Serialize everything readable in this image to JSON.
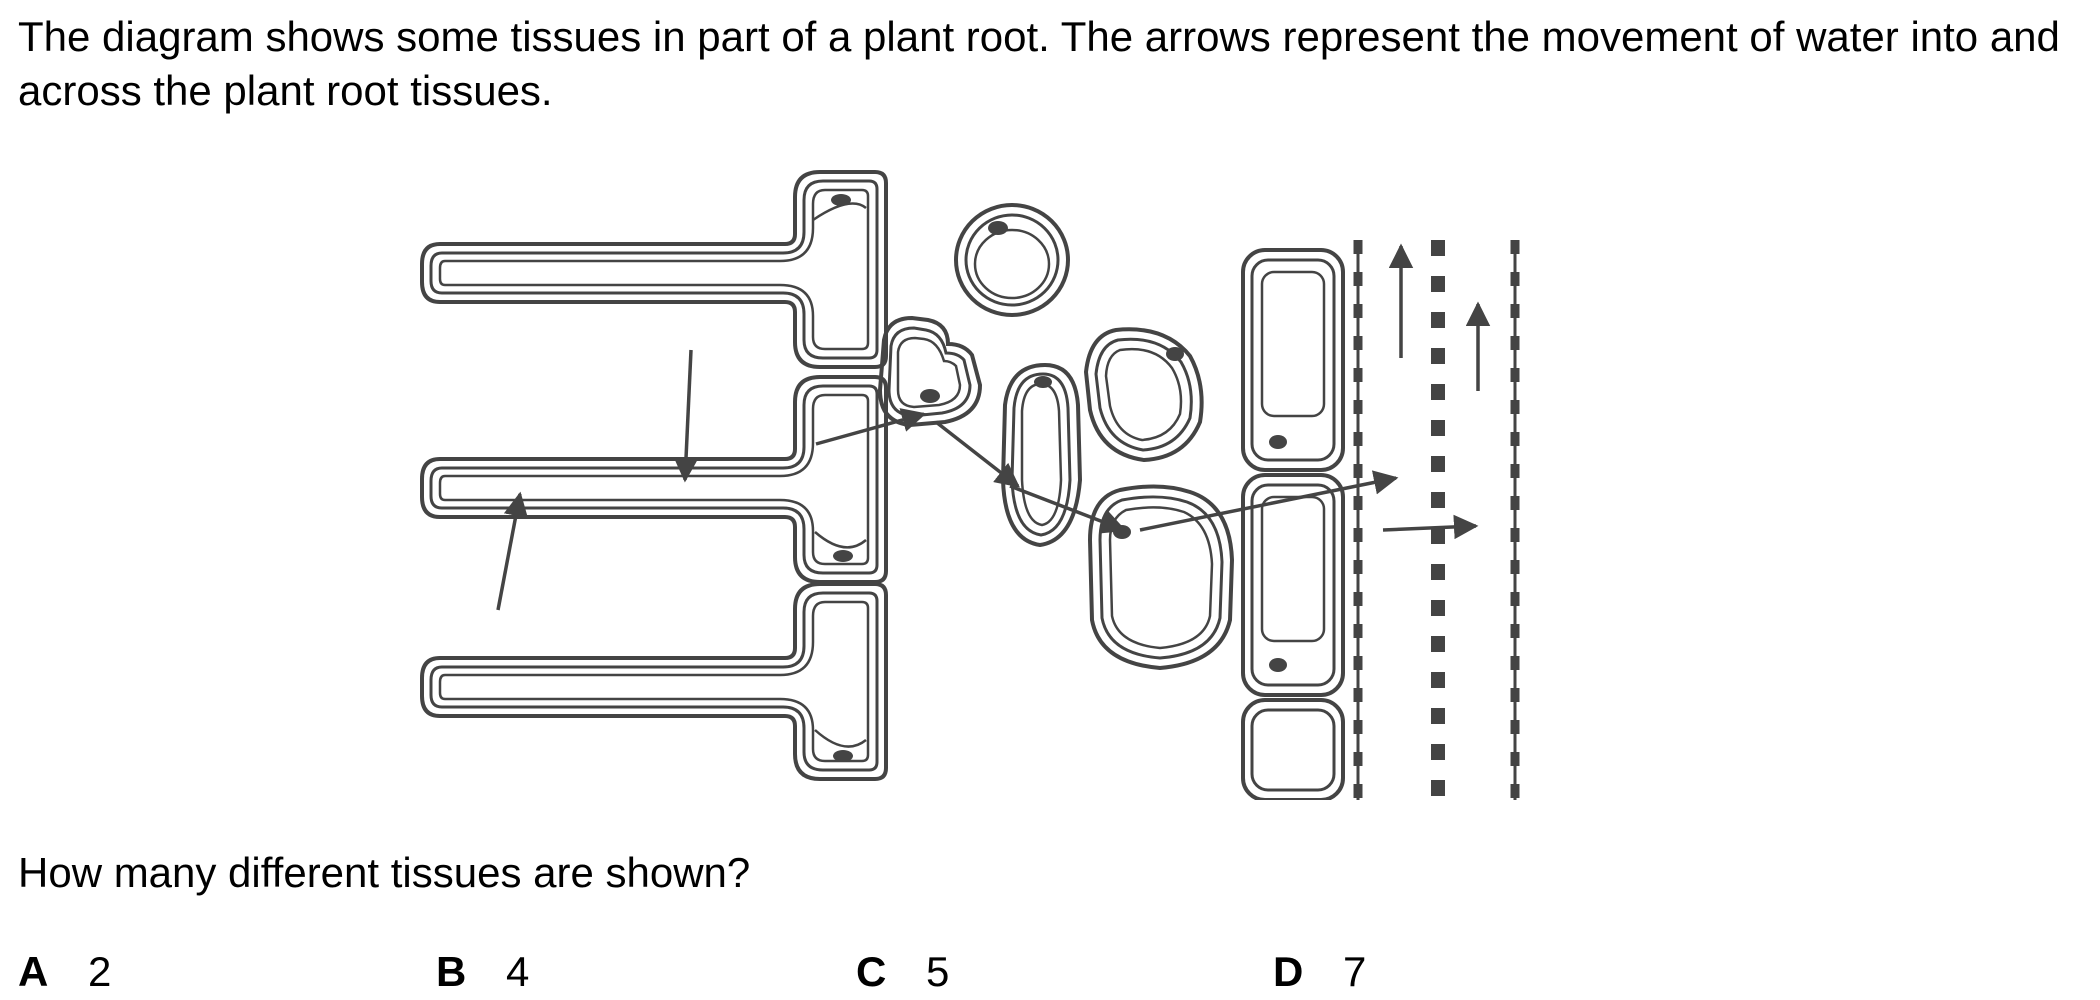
{
  "question": {
    "stem": "The diagram shows some tissues in part of a plant root. The arrows represent the movement of water into and across the plant root tissues.",
    "prompt": "How many different tissues are shown?"
  },
  "options": [
    {
      "letter": "A",
      "value": "2"
    },
    {
      "letter": "B",
      "value": "4"
    },
    {
      "letter": "C",
      "value": "5"
    },
    {
      "letter": "D",
      "value": "7"
    }
  ],
  "diagram": {
    "icon": "plant-root-tissue-diagram",
    "stroke_color": "#444444",
    "fill_color": "#ffffff"
  }
}
